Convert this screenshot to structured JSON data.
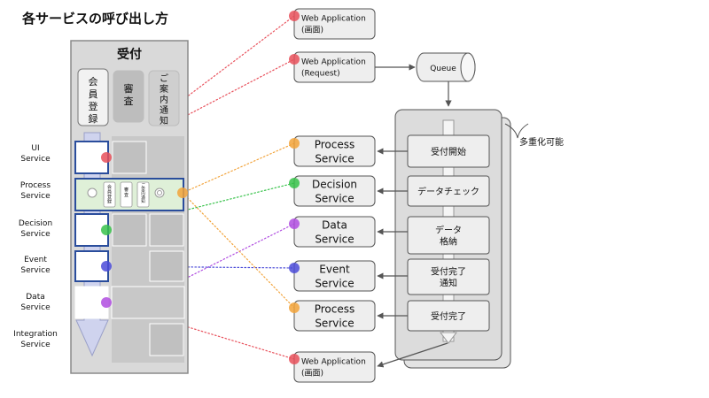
{
  "title": "各サービスの呼び出し方",
  "intake": {
    "header": "受付",
    "tabs": [
      "会員登録",
      "審査",
      "ご案内通知"
    ],
    "mini_tabs": [
      "会員登録",
      "審査",
      "ご案内通知"
    ]
  },
  "service_labels": [
    [
      "UI",
      "Service"
    ],
    [
      "Process",
      "Service"
    ],
    [
      "Decision",
      "Service"
    ],
    [
      "Event",
      "Service"
    ],
    [
      "Data",
      "Service"
    ],
    [
      "Integration",
      "Service"
    ]
  ],
  "right_services": [
    {
      "lines": [
        "Web Application",
        "(画面)"
      ],
      "dot": "red"
    },
    {
      "lines": [
        "Web Application",
        "(Request)"
      ],
      "dot": "red"
    },
    {
      "lines": [
        "Process",
        "Service"
      ],
      "dot": "orange"
    },
    {
      "lines": [
        "Decision",
        "Service"
      ],
      "dot": "green"
    },
    {
      "lines": [
        "Data",
        "Service"
      ],
      "dot": "purple"
    },
    {
      "lines": [
        "Event",
        "Service"
      ],
      "dot": "blue"
    },
    {
      "lines": [
        "Process",
        "Service"
      ],
      "dot": "orange"
    },
    {
      "lines": [
        "Web Application",
        "(画面)"
      ],
      "dot": "red"
    }
  ],
  "queue_label": "Queue",
  "steps": [
    [
      "受付開始"
    ],
    [
      "データチェック"
    ],
    [
      "データ",
      "格納"
    ],
    [
      "受付完了",
      "通知"
    ],
    [
      "受付完了"
    ]
  ],
  "multiplex_label": "多重化可能",
  "colors": {
    "red": "#e8505b",
    "orange": "#f2a33a",
    "green": "#37c24a",
    "purple": "#b04de0",
    "blue": "#4b4bd8",
    "panel": "#d9d9d9",
    "panel_border": "#8a8a8a",
    "box_fill": "#eeeeee",
    "box_stroke": "#555555",
    "process_fill": "#dff0d8",
    "process_stroke": "#2a4d9c"
  }
}
